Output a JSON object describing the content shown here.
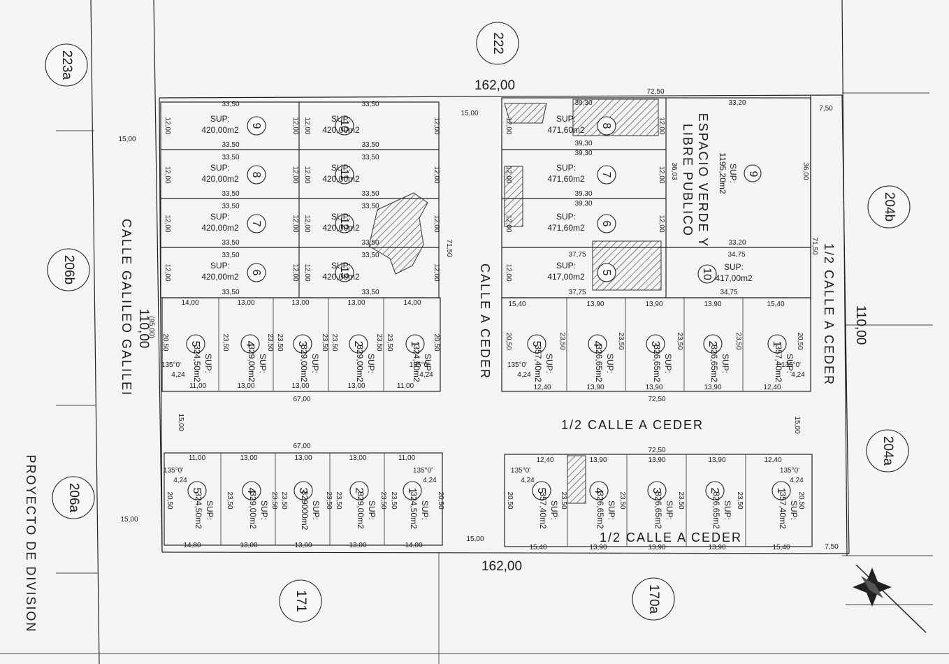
{
  "blocks": {
    "top": "222",
    "bottom_left": "171",
    "bottom_right": "170a",
    "left": [
      "223a",
      "206b",
      "206a"
    ],
    "right": [
      "204b",
      "204a"
    ]
  },
  "dimensions": {
    "top_total": "162,00",
    "bottom_total": "162,00",
    "left_total": "110,00",
    "left_total_sub": "(95,00)",
    "right_total": "110,00",
    "street_width": "15,00",
    "corner_width": "7,50",
    "right_top_width": "72,50",
    "mid_length": "71,50",
    "lower_left_width": "67,00",
    "lower_right_width": "72,50",
    "green_height": "36,03",
    "green_width": "33,20",
    "right_depth": "36,00"
  },
  "streets": {
    "left": "CALLE GALILEO GALILEI",
    "center": "CALLE A CEDER",
    "right": "1/2 CALLE A CEDER",
    "middle": "1/2 CALLE A CEDER",
    "bottom": "1/2 CALLE A CEDER"
  },
  "title": "PROYECTO DE DIVISION",
  "green_space": {
    "number": "9",
    "sup_label": "SUP:",
    "area": "1195,20m2",
    "line1": "ESPACIO VERDE Y",
    "line2": "LIBRE PUBLICO"
  },
  "sup_label": "SUP:",
  "upper_left_lots": [
    {
      "num": "9",
      "area": "420,00m2"
    },
    {
      "num": "8",
      "area": "420,00m2"
    },
    {
      "num": "7",
      "area": "420,00m2"
    },
    {
      "num": "6",
      "area": "420,00m2"
    }
  ],
  "upper_mid_lots": [
    {
      "num": "10",
      "area": "420,00m2"
    },
    {
      "num": "11",
      "area": "420,00m2"
    },
    {
      "num": "12",
      "area": "420,00m2"
    },
    {
      "num": "13",
      "area": "420,00m2"
    }
  ],
  "upper_right_lots": [
    {
      "num": "8",
      "area": "471,60m2"
    },
    {
      "num": "7",
      "area": "471,60m2"
    },
    {
      "num": "6",
      "area": "471,60m2"
    },
    {
      "num": "5",
      "area": "417,00m2"
    }
  ],
  "lot_10_right": {
    "num": "10",
    "area": "417,00m2"
  },
  "strip_lots": {
    "top_left": [
      {
        "num": "5",
        "area": "324,50m2"
      },
      {
        "num": "4",
        "area": "329,00m2"
      },
      {
        "num": "3",
        "area": "329,00m2"
      },
      {
        "num": "2",
        "area": "329,00m2"
      },
      {
        "num": "1",
        "area": "324,50m2"
      }
    ],
    "top_right": [
      {
        "num": "5",
        "area": "357,40m2"
      },
      {
        "num": "4",
        "area": "326,65m2"
      },
      {
        "num": "3",
        "area": "326,65m2"
      },
      {
        "num": "2",
        "area": "326,65m2"
      },
      {
        "num": "1",
        "area": "357,40m2"
      }
    ],
    "bottom_left": [
      {
        "num": "5",
        "area": "324,50m2"
      },
      {
        "num": "4",
        "area": "329,00m2"
      },
      {
        "num": "3",
        "area": "329000m2"
      },
      {
        "num": "2",
        "area": "329,00m2"
      },
      {
        "num": "1",
        "area": "324,50m2"
      }
    ],
    "bottom_right": [
      {
        "num": "5",
        "area": "357,40m2"
      },
      {
        "num": "4",
        "area": "326,65m2"
      },
      {
        "num": "3",
        "area": "326,65m2"
      },
      {
        "num": "2",
        "area": "326,65m2"
      },
      {
        "num": "1",
        "area": "357,40m2"
      }
    ]
  },
  "lot_dims": {
    "w_3350": "33,50",
    "h_1200": "12,00",
    "w_3930": "39,30",
    "w_3775": "37,75",
    "w_3475": "34,75",
    "w_3320": "33,20",
    "d_2350": "23,50",
    "d_2050": "20,50",
    "w_1400": "14,00",
    "w_1300": "13,00",
    "w_1100": "11,00",
    "w_1540": "15,40",
    "w_1390": "13,90",
    "w_1240": "12,40",
    "w_1480": "14,80",
    "angle": "135°0'",
    "chamfer": "4,24"
  }
}
